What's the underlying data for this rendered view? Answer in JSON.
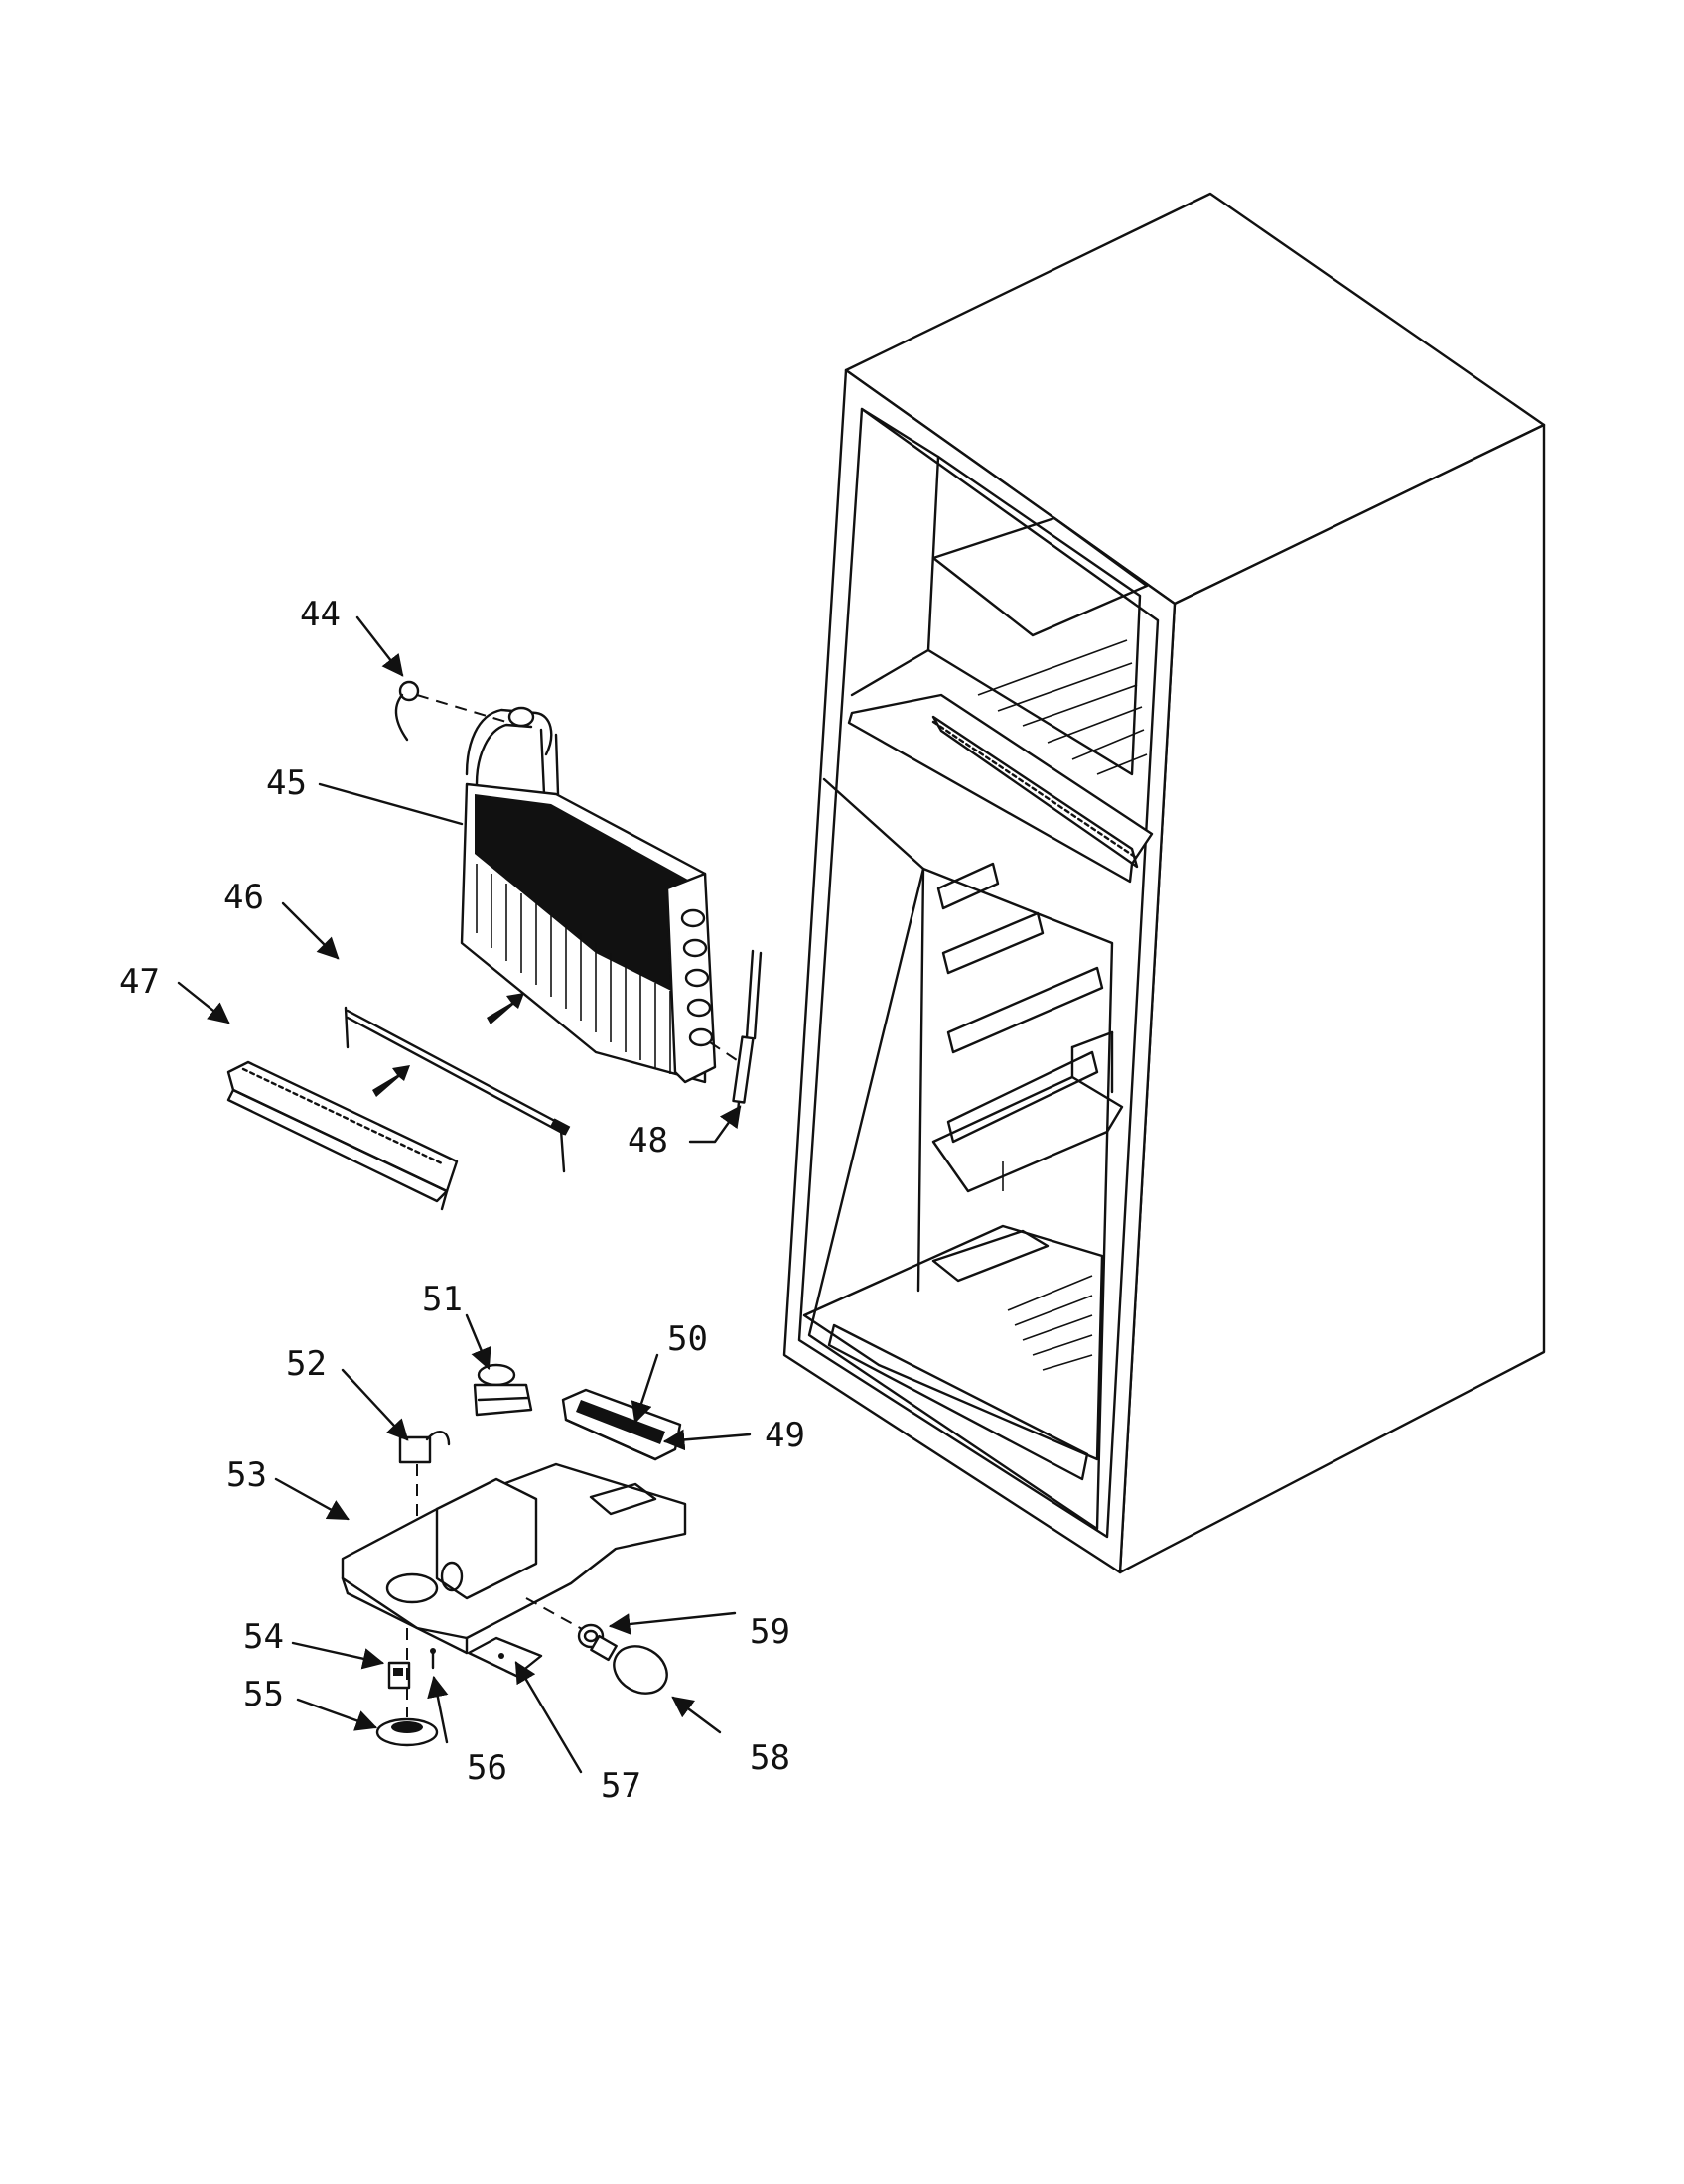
{
  "callouts": [
    {
      "id": "44",
      "text": "44"
    },
    {
      "id": "45",
      "text": "45"
    },
    {
      "id": "46",
      "text": "46"
    },
    {
      "id": "47",
      "text": "47"
    },
    {
      "id": "48",
      "text": "48"
    },
    {
      "id": "49",
      "text": "49"
    },
    {
      "id": "50",
      "text": "50"
    },
    {
      "id": "51",
      "text": "51"
    },
    {
      "id": "52",
      "text": "52"
    },
    {
      "id": "53",
      "text": "53"
    },
    {
      "id": "54",
      "text": "54"
    },
    {
      "id": "55",
      "text": "55"
    },
    {
      "id": "56",
      "text": "56"
    },
    {
      "id": "57",
      "text": "57"
    },
    {
      "id": "58",
      "text": "58"
    },
    {
      "id": "59",
      "text": "59"
    }
  ]
}
